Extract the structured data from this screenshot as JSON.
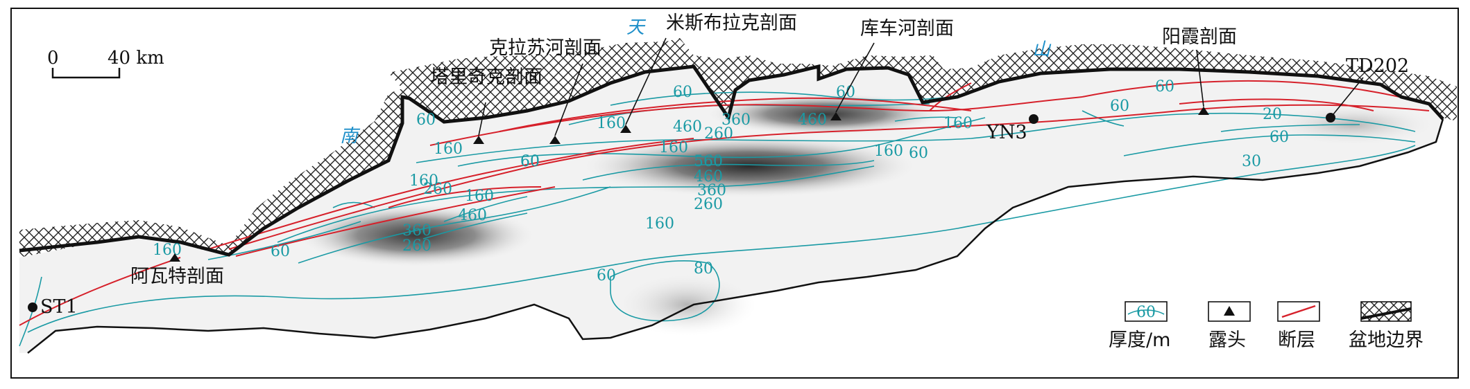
{
  "geo_labels": {
    "tian": "天",
    "shan": "山",
    "nan": "南"
  },
  "scale_bar": {
    "zero": "0",
    "distance": "40 km"
  },
  "sections": [
    {
      "name": "塔里奇克剖面"
    },
    {
      "name": "克拉苏河剖面"
    },
    {
      "name": "米斯布拉克剖面"
    },
    {
      "name": "库车河剖面"
    },
    {
      "name": "阳霞剖面"
    },
    {
      "name": "阿瓦特剖面"
    }
  ],
  "wells": [
    {
      "name": "YN3"
    },
    {
      "name": "TD202"
    },
    {
      "name": "ST1"
    }
  ],
  "contour_labels": [
    "60",
    "160",
    "60",
    "160",
    "60",
    "160",
    "460",
    "360",
    "460",
    "160",
    "260",
    "560",
    "460",
    "360",
    "260",
    "160",
    "60",
    "260",
    "160",
    "460",
    "360",
    "260",
    "160",
    "60",
    "60",
    "160",
    "60",
    "60",
    "20",
    "30",
    "60",
    "80",
    "60",
    "160",
    "60"
  ],
  "legend": {
    "thickness": {
      "label": "厚度/m",
      "sample": "60"
    },
    "outcrop": {
      "label": "露头"
    },
    "fault": {
      "label": "断层"
    },
    "boundary": {
      "label": "盆地边界"
    }
  },
  "colors": {
    "contour": "#1a9aa4",
    "fault": "#d6202a",
    "geo_text": "#1e8fc9",
    "boundary": "#111111"
  }
}
